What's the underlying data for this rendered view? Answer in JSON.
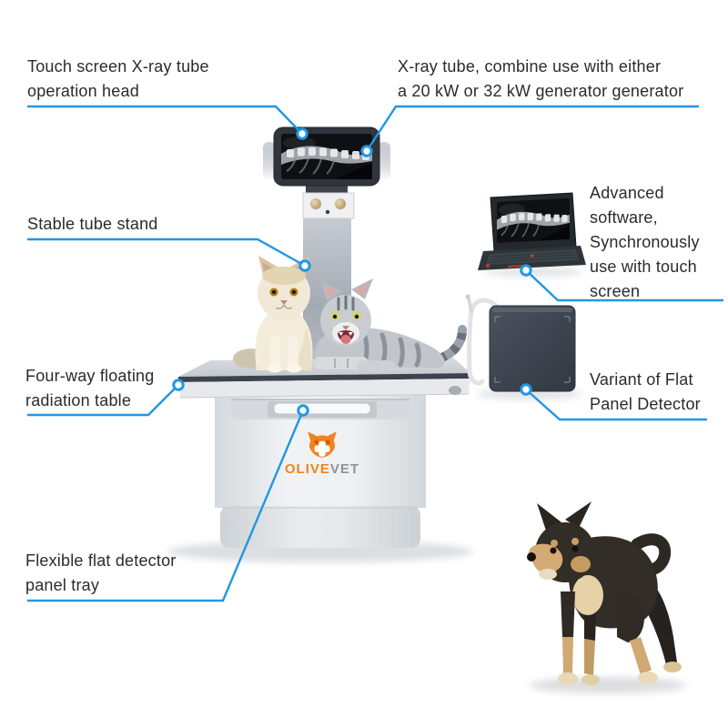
{
  "canvas": {
    "background": "#ffffff"
  },
  "accent": {
    "callout_line": "#2097e4"
  },
  "brand": {
    "primary": "OLIVE",
    "secondary": "VET",
    "orange": "#f28220",
    "gray": "#8d939a"
  },
  "callouts": {
    "touch_screen_head": "Touch screen X-ray tube\noperation head",
    "xray_tube": "X-ray tube, combine use with either\na 20 kW or 32 kW generator generator",
    "tube_stand": "Stable tube stand",
    "software": "Advanced\nsoftware,\nSynchronously\nuse with touch\nscreen",
    "radiation_table": "Four-way floating\nradiation table",
    "panel_detector": "Variant of Flat\nPanel Detector",
    "detector_tray": "Flexible flat detector\npanel tray"
  }
}
